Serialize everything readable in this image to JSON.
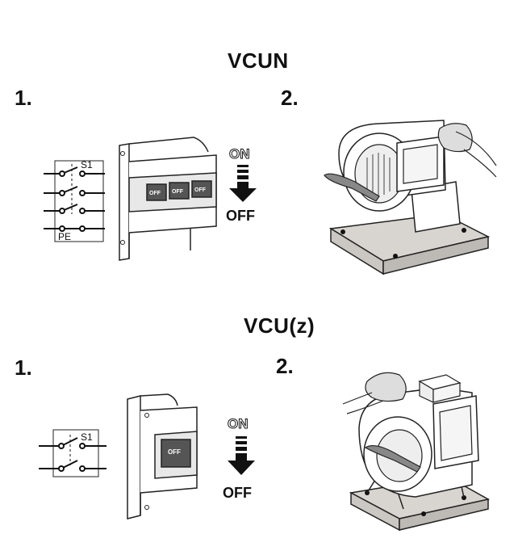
{
  "sections": [
    {
      "title": "VCUN",
      "step1": "1.",
      "step2": "2.",
      "switch_label": "S1",
      "pe_label": "PE",
      "breaker_labels": [
        "OFF",
        "OFF",
        "OFF"
      ],
      "on_label": "ON",
      "off_label": "OFF"
    },
    {
      "title": "VCU(z)",
      "step1": "1.",
      "step2": "2.",
      "switch_label": "S1",
      "breaker_labels": [
        "OFF"
      ],
      "on_label": "ON",
      "off_label": "OFF"
    }
  ]
}
